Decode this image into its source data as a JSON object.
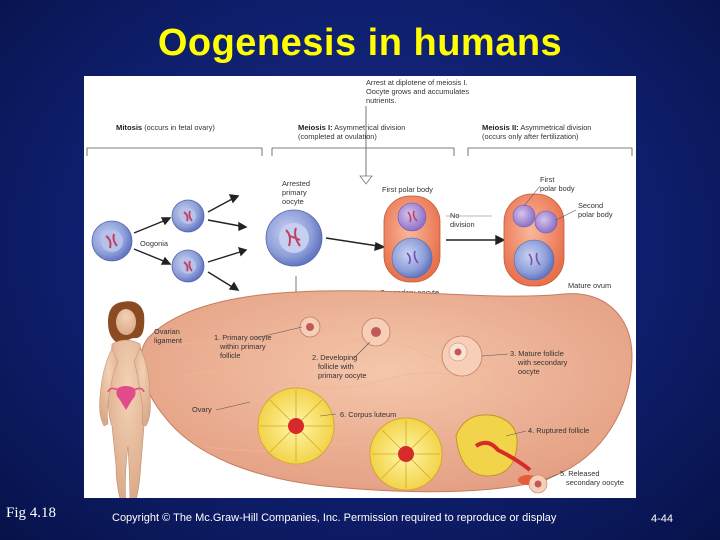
{
  "slide": {
    "title": "Oogenesis in humans",
    "figure_ref": "Fig 4.18",
    "copyright": "Copyright © The Mc.Graw-Hill Companies, Inc.  Permission required to reproduce or display",
    "page_number": "4-44"
  },
  "diagram": {
    "arrest_note": [
      "Arrest at diplotene of meiosis I.",
      "Oocyte grows and accumulates",
      "nutrients."
    ],
    "mitosis_heading_bold": "Mitosis",
    "mitosis_heading_rest": " (occurs in fetal ovary)",
    "meiosis1_heading_bold": "Meiosis I:",
    "meiosis1_heading_rest": " Asymmetrical division",
    "meiosis1_sub": "(completed at ovulation)",
    "meiosis2_heading_bold": "Meiosis II:",
    "meiosis2_heading_rest": " Asymmetrical division",
    "meiosis2_sub": "(occurs only after fertilization)",
    "arrested_oocyte": [
      "Arrested",
      "primary",
      "oocyte"
    ],
    "first_polar_body": "First polar body",
    "first_polar_body_right": [
      "First",
      "polar body"
    ],
    "second_polar_body": [
      "Second",
      "polar body"
    ],
    "no_division": [
      "No",
      "division"
    ],
    "oogonia": "Oogonia",
    "secondary_oocyte": "Secondary oocyte",
    "mature_ovum": "Mature ovum",
    "ovarian_ligament": [
      "Ovarian",
      "ligament"
    ],
    "ovary": "Ovary",
    "stage1": [
      "1. Primary oocyte",
      "within primary",
      "follicle"
    ],
    "stage2": [
      "2. Developing",
      "follicle with",
      "primary oocyte"
    ],
    "stage3": [
      "3. Mature follicle",
      "with secondary",
      "oocyte"
    ],
    "stage4": "4. Ruptured follicle",
    "stage5": [
      "5. Released",
      "secondary oocyte"
    ],
    "stage6": "6. Corpus luteum"
  }
}
